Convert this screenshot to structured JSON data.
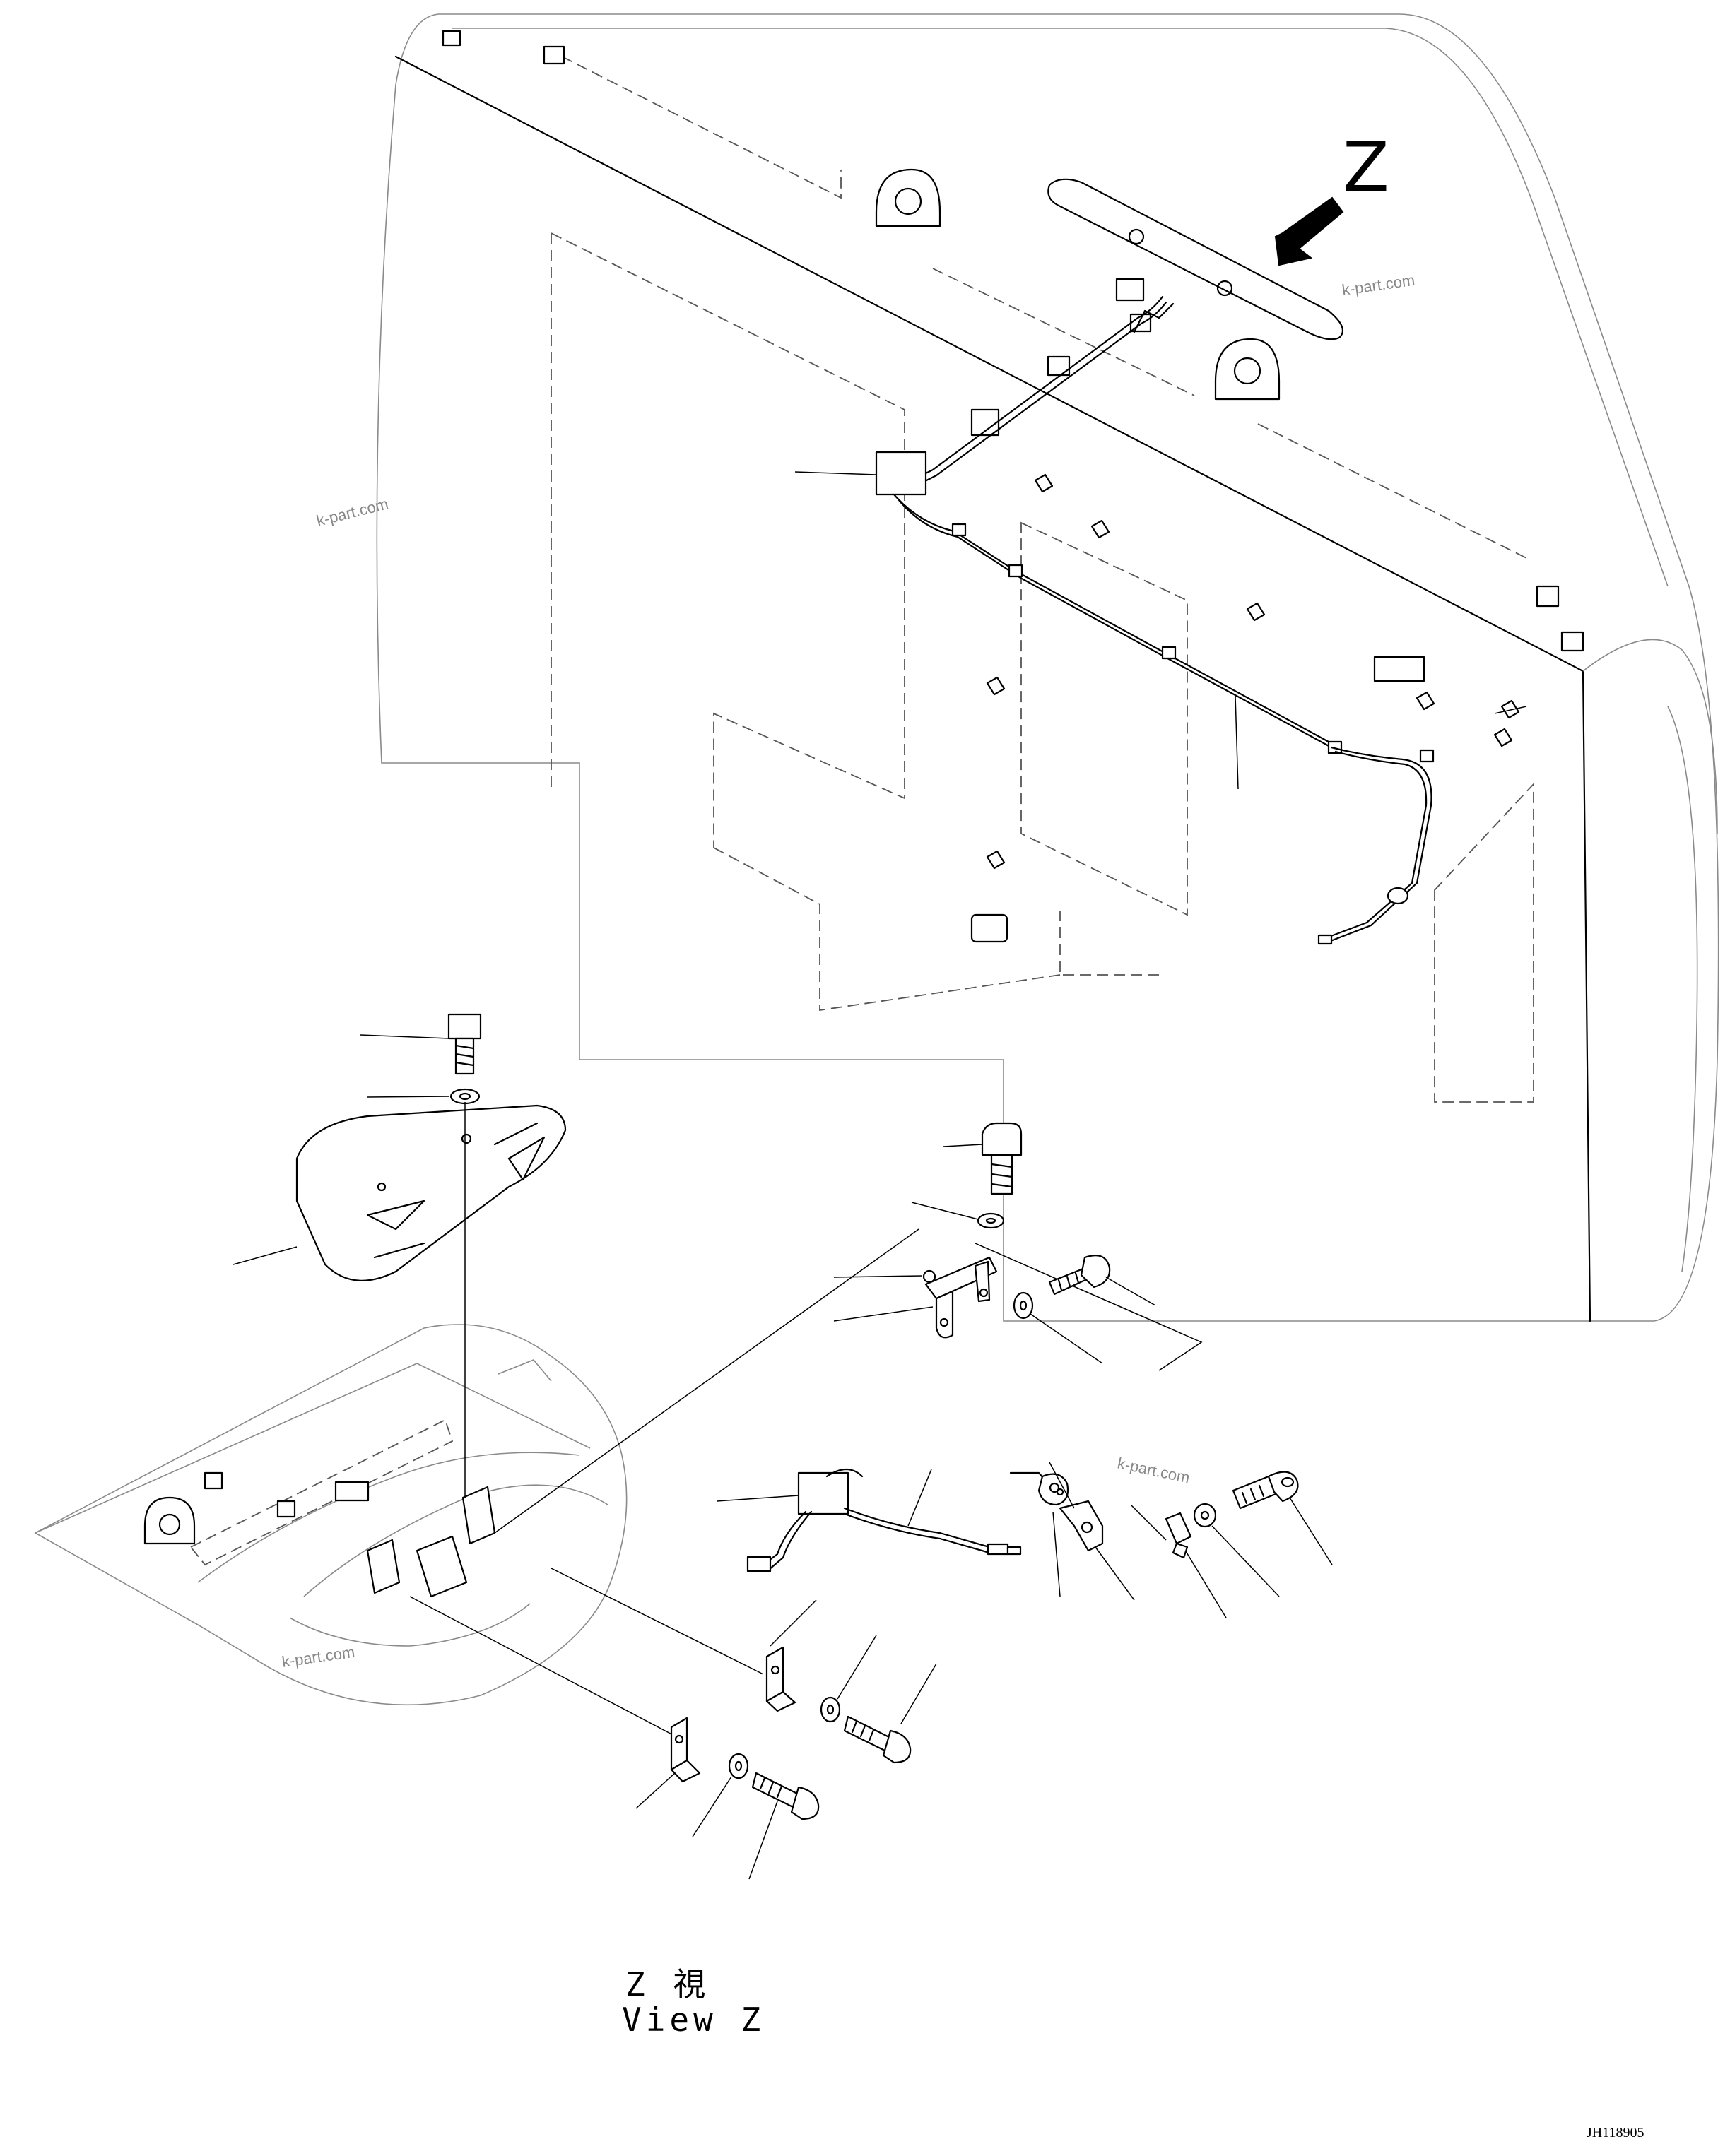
{
  "view_marker": {
    "letter": "Z"
  },
  "caption": {
    "japanese": "Z 視",
    "english": "View Z"
  },
  "watermark": {
    "text": "k-part.com"
  },
  "figure_ref": {
    "code": "JH118905"
  }
}
